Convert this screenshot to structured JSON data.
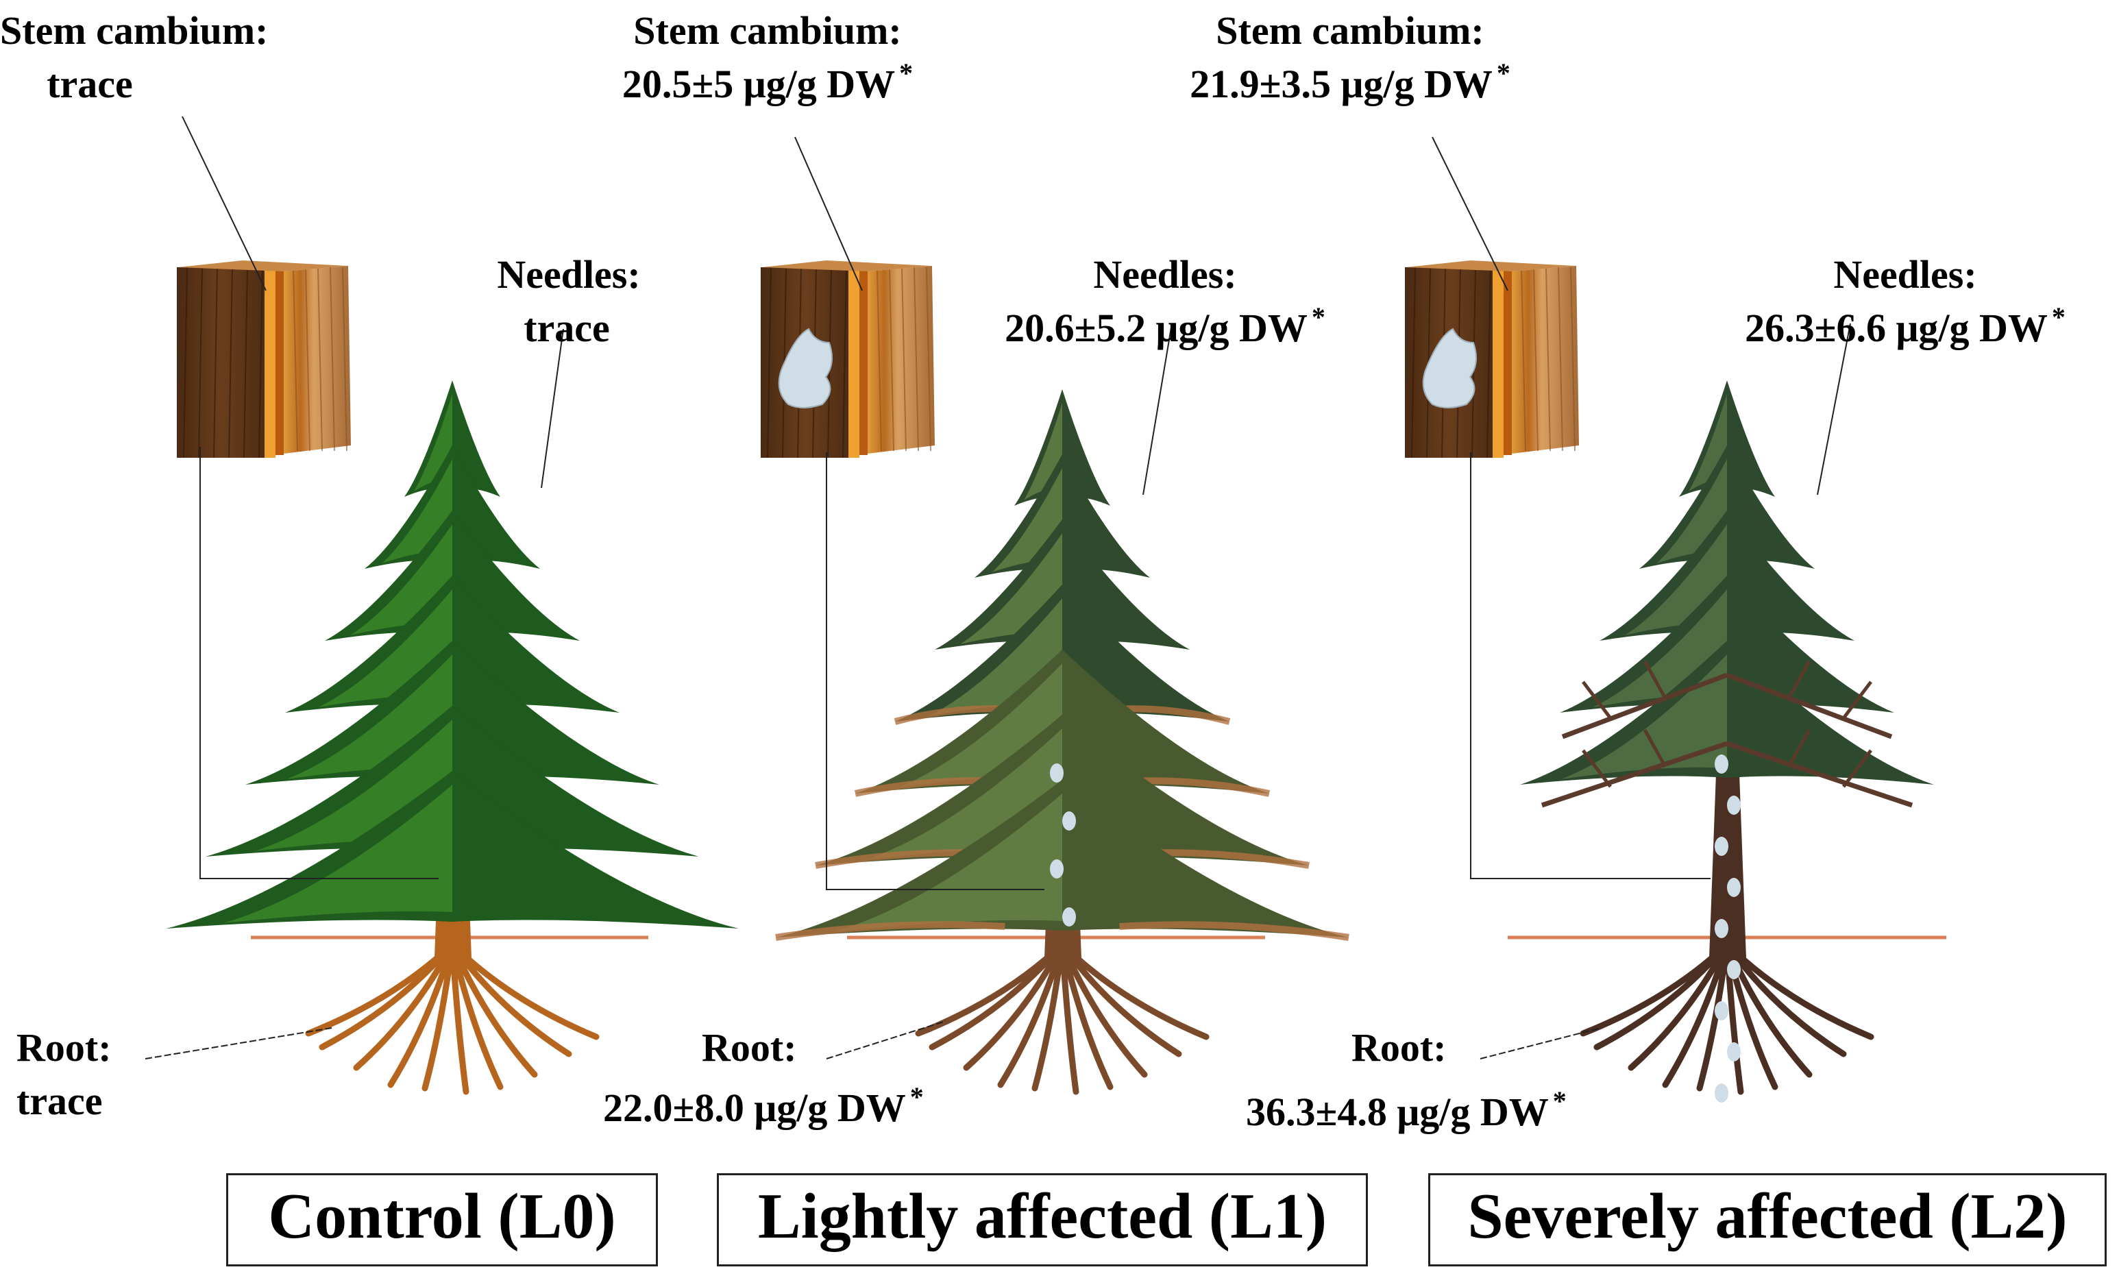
{
  "panels": [
    {
      "stem": {
        "title": "Stem cambium:",
        "value": "trace",
        "asterisk": ""
      },
      "needles": {
        "title": "Needles:",
        "value": "trace",
        "asterisk": ""
      },
      "root": {
        "title": "Root:",
        "value": "trace",
        "asterisk": ""
      },
      "caption": "Control (L0)",
      "crown_color": "#1f5a1f",
      "crown_highlight": "#3f8f2a",
      "trunk_color": "#b5651d"
    },
    {
      "stem": {
        "title": "Stem cambium:",
        "value": "20.5±5 μg/g DW",
        "asterisk": "*"
      },
      "needles": {
        "title": "Needles:",
        "value": "20.6±5.2 μg/g DW",
        "asterisk": "*"
      },
      "root": {
        "title": "Root:",
        "value": "22.0±8.0 μg/g DW",
        "asterisk": "*"
      },
      "caption": "Lightly affected (L1)",
      "crown_color": "#2f4a2c",
      "crown_highlight": "#6b8a4a",
      "trunk_color": "#7a4a2a"
    },
    {
      "stem": {
        "title": "Stem cambium:",
        "value": "21.9±3.5 μg/g DW",
        "asterisk": "*"
      },
      "needles": {
        "title": "Needles:",
        "value": "26.3±6.6 μg/g DW",
        "asterisk": "*"
      },
      "root": {
        "title": "Root:",
        "value": "36.3±4.8 μg/g DW",
        "asterisk": "*"
      },
      "caption": "Severely affected (L2)",
      "crown_color": "#2e4a2e",
      "crown_highlight": "#5c7a4a",
      "trunk_color": "#4a2f22"
    }
  ],
  "colors": {
    "ground_line": "#d9825a",
    "wood_dark": "#5a3518",
    "wood_mid": "#8a5a2c",
    "wood_light": "#c48a4c",
    "cambium": "#e0a020",
    "lichen": "#cfdde6"
  }
}
